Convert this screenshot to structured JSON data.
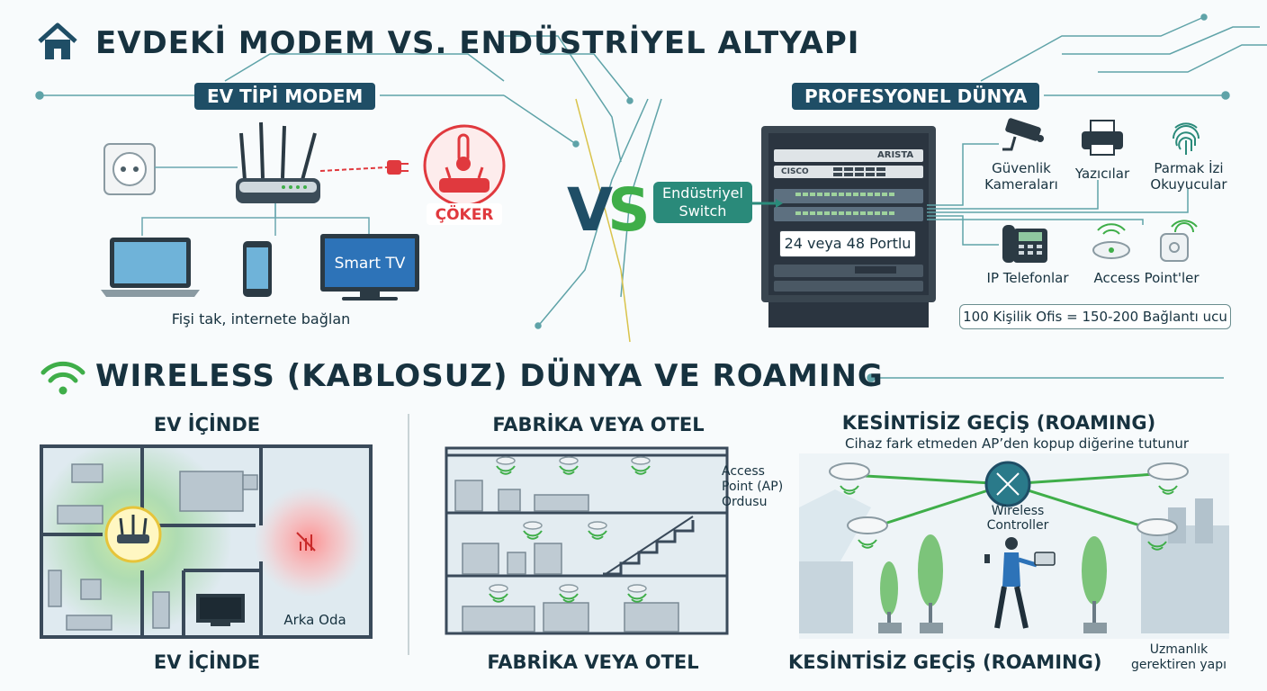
{
  "header": {
    "title": "EVDEKİ MODEM VS. ENDÜSTRİYEL ALTYAPI",
    "icon": "home-icon"
  },
  "home_modem": {
    "label": "EV TİPİ MODEM",
    "crash_label": "ÇÖKER",
    "smart_tv": "Smart TV",
    "caption": "Fişi tak, internete bağlan"
  },
  "vs": {
    "text_v": "V",
    "text_s": "S"
  },
  "professional": {
    "label": "PROFESYONEL DÜNYA",
    "switch_label_1": "Endüstriyel",
    "switch_label_2": "Switch",
    "ports_label": "24 veya 48 Portlu",
    "rack_brand_1": "ARISTA",
    "rack_brand_2": "CISCO",
    "devices": {
      "cameras_1": "Güvenlik",
      "cameras_2": "Kameraları",
      "printers": "Yazıcılar",
      "fingerprint_1": "Parmak İzi",
      "fingerprint_2": "Okuyucular",
      "ip_phones": "IP Telefonlar",
      "access_points": "Access Point'ler"
    },
    "office_note": "100 Kişilik Ofis = 150-200 Bağlantı ucu"
  },
  "wireless": {
    "title": "WIRELESS (KABLOSUZ) DÜNYA VE ROAMING",
    "icon": "wifi-icon"
  },
  "panels": {
    "home": {
      "title": "EV İÇİNDE",
      "back_room": "Arka Oda",
      "footer": "EV İÇİNDE"
    },
    "factory": {
      "title": "FABRİKA VEYA OTEL",
      "ap_army_1": "Access",
      "ap_army_2": "Point (AP)",
      "ap_army_3": "Ordusu",
      "footer": "FABRİKA VEYA OTEL"
    },
    "roaming": {
      "title": "KESİNTİSİZ GEÇİŞ (ROAMING)",
      "subtitle": "Cihaz fark etmeden AP’den kopup diğerine tutunur",
      "controller_1": "Wireless",
      "controller_2": "Controller",
      "footer": "KESİNTİSİZ GEÇİŞ (ROAMING)",
      "expertise_1": "Uzmanlık",
      "expertise_2": "gerektiren yapı"
    }
  },
  "colors": {
    "navy": "#1f4e66",
    "teal": "#2a8a7a",
    "red": "#e0393e",
    "green": "#3fae49"
  }
}
